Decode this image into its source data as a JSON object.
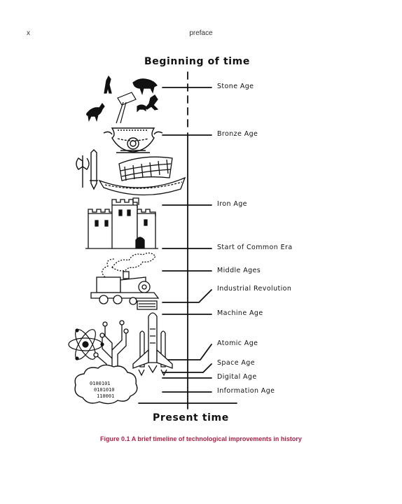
{
  "header": {
    "page_number": "x",
    "running_head": "preface"
  },
  "timeline": {
    "start_label": "Beginning of time",
    "end_label": "Present time",
    "eras": [
      "Stone Age",
      "Bronze Age",
      "Iron Age",
      "Start of Common Era",
      "Middle Ages",
      "Industrial Revolution",
      "Machine Age",
      "Atomic Age",
      "Space Age",
      "Digital Age",
      "Information Age"
    ]
  },
  "illustrations": [
    "cave-painting-icon",
    "bronze-urn-icon",
    "axe-and-sword-icon",
    "ship-icon",
    "castle-icon",
    "steam-train-icon",
    "atom-icon",
    "circuit-tree-icon",
    "space-shuttle-icon",
    "binary-cloud-icon"
  ],
  "binary_cloud_text": [
    "0100101",
    "0101010",
    "110001"
  ],
  "caption": "Figure 0.1 A brief timeline of technological improvements in history"
}
